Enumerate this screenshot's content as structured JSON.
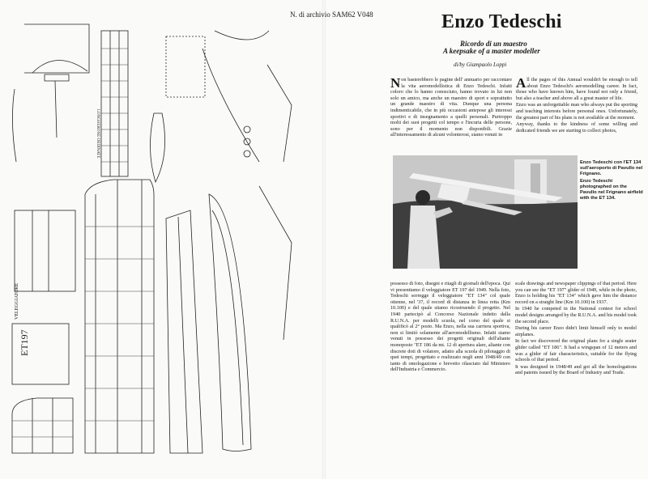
{
  "archive_label": "N. di  archivio SAM62  V048",
  "article": {
    "title": "Enzo Tedeschi",
    "subtitle_it": "Ricordo di un maestro",
    "subtitle_en": "A keepsake of a master modeller",
    "byline": "di/by Giampaolo Loppi"
  },
  "text": {
    "it_col1_dropcap": "N",
    "it_col1": "on basterebbero le pagine dell' annuario per raccontare la vita aeromodellistica di Enzo Tedeschi. Infatti coloro che lo hanno conosciuto, hanno trovato in lui non solo un amico, ma anche un maestro di sport e soprattutto un grande maestro di vita. Dunque una persona indimenticabile, che in più occasioni antepose gli interessi sportivi e di insegnamento a quelli personali. Purtroppo molti dei suoi progetti col tempo e l'incuria delle persone, sono per il momento non disponibili. Grazie all'interessamento di alcuni volonterosi, siamo venuti in",
    "en_col1_dropcap": "A",
    "en_col1": "ll the pages of this Annual wouldn't be enough to tell about Enzo Tedeschi's aeromodelling career. In fact, those who have known him, have found not only a friend, but also a teacher and above all a great master of life.",
    "en_col1_p2": "Enzo was an unforgettable man who always put the sporting and teaching interests before personal ones. Unfortunately, the greatest part of his plans is not available at the moment.",
    "en_col1_p3": "Anyway, thanks to the kindness of some willing and dedicated friends we are starting to collect photos,",
    "it_col2": "possesso di foto, disegni e ritagli di giornali dell'epoca. Qui vi presentiamo il veleggiatore ET 197 del 1949. Nella foto, Tedeschi sorregge il veleggiatore \"ET 134\" col quale ottenne, nel '37, il record di distanza in linea retta (Km 10.100) e del quale stiamo ricostruendo il progetto. Nel 1940 partecipò al Concorso Nazionale indetto dalla R.U.N.A. per modelli scuola, nel corso del quale si qualificò al 2° posto. Ma Enzo, nella sua carriera sportiva, non si limitò solamente all'aeromodellismo. Infatti siamo venuti in possesso dei progetti originali dell'aliante monoposto \"ET 186 da mt. 12 di apertura alare, aliante con discrete doti di volatore, adatto alla scuola di pilotaggio di quei tempi, progettato e realizzato negli anni 1948/49 con tanto di omologazione e brevetto rilasciato dal Ministero dell'Industria e Commercio.",
    "en_col2": "scale drawings and newspaper clippings of that period. Here you can see the \"ET 197\" glider of 1949, while in the photo, Enzo is holding his \"ET 134\" which gave him the distance record on a straight line (Km 10.100) in 1937.",
    "en_col2_p2": "In 1940 he competed in the National contest for school model designs arranged by the R.U.N.A. and his model took the second place.",
    "en_col2_p3": "During his career Enzo didn't limit himself only to model airplanes.",
    "en_col2_p4": "In fact we discovered the original plans for a single seater glider called \"ET 186\". It had a wingspan of 12 meters and was a glider of fair characteristics, suitable for the flying schools of that period.",
    "en_col2_p5": "It was designed in 1948/49 and got all the homologations and patents issued by the Board of Industry and Trade."
  },
  "photo": {
    "caption_it": "Enzo Tedeschi con l'ET 134 sull'aeroporto di Pavullo nel Frignano.",
    "caption_en": "Enzo Tedeschi photographed on the Pavullo nel Frignano airfield with the ET 134."
  },
  "plan_labels": {
    "model_name": "ET197",
    "model_type": "VELEGGIATORE",
    "table_header": "LONGHERONE ORDINATE"
  }
}
